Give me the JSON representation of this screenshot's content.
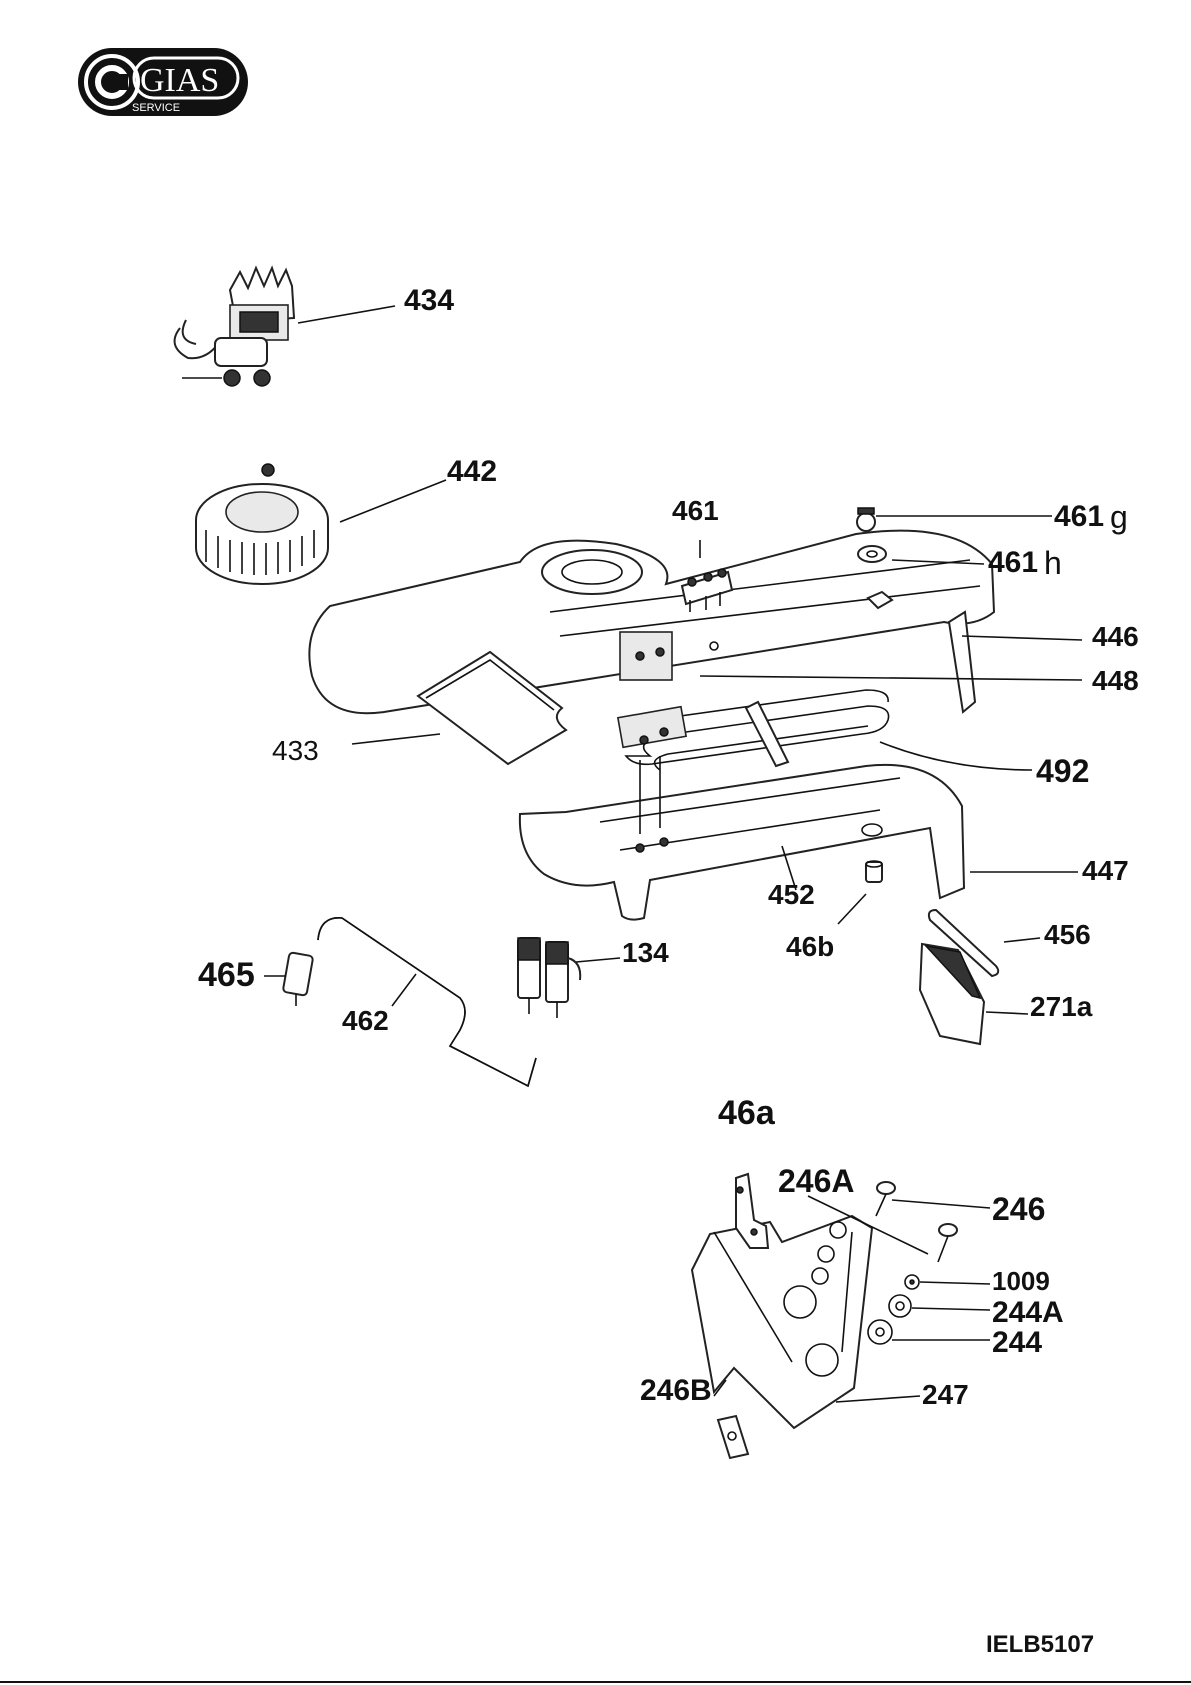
{
  "logo": {
    "brand": "GIAS",
    "sub": "SERVICE"
  },
  "drawing_code": "IELB5107",
  "callouts": [
    {
      "id": "434",
      "text": "434"
    },
    {
      "id": "442",
      "text": "442"
    },
    {
      "id": "461",
      "text": "461"
    },
    {
      "id": "461g",
      "text": "461"
    },
    {
      "id": "461h",
      "text": "461"
    },
    {
      "id": "446",
      "text": "446"
    },
    {
      "id": "448",
      "text": "448"
    },
    {
      "id": "433",
      "text": "433"
    },
    {
      "id": "492",
      "text": "492"
    },
    {
      "id": "447",
      "text": "447"
    },
    {
      "id": "452",
      "text": "452"
    },
    {
      "id": "46b",
      "text": "46b"
    },
    {
      "id": "456",
      "text": "456"
    },
    {
      "id": "465",
      "text": "465"
    },
    {
      "id": "462",
      "text": "462"
    },
    {
      "id": "134",
      "text": "134"
    },
    {
      "id": "271a",
      "text": "271a"
    },
    {
      "id": "46a",
      "text": "46a"
    },
    {
      "id": "246A",
      "text": "246A"
    },
    {
      "id": "246",
      "text": "246"
    },
    {
      "id": "1009",
      "text": "1009"
    },
    {
      "id": "244A",
      "text": "244A"
    },
    {
      "id": "244",
      "text": "244"
    },
    {
      "id": "246B",
      "text": "246B"
    },
    {
      "id": "247",
      "text": "247"
    }
  ],
  "suffixes": {
    "461g": "g",
    "461h": "h"
  }
}
